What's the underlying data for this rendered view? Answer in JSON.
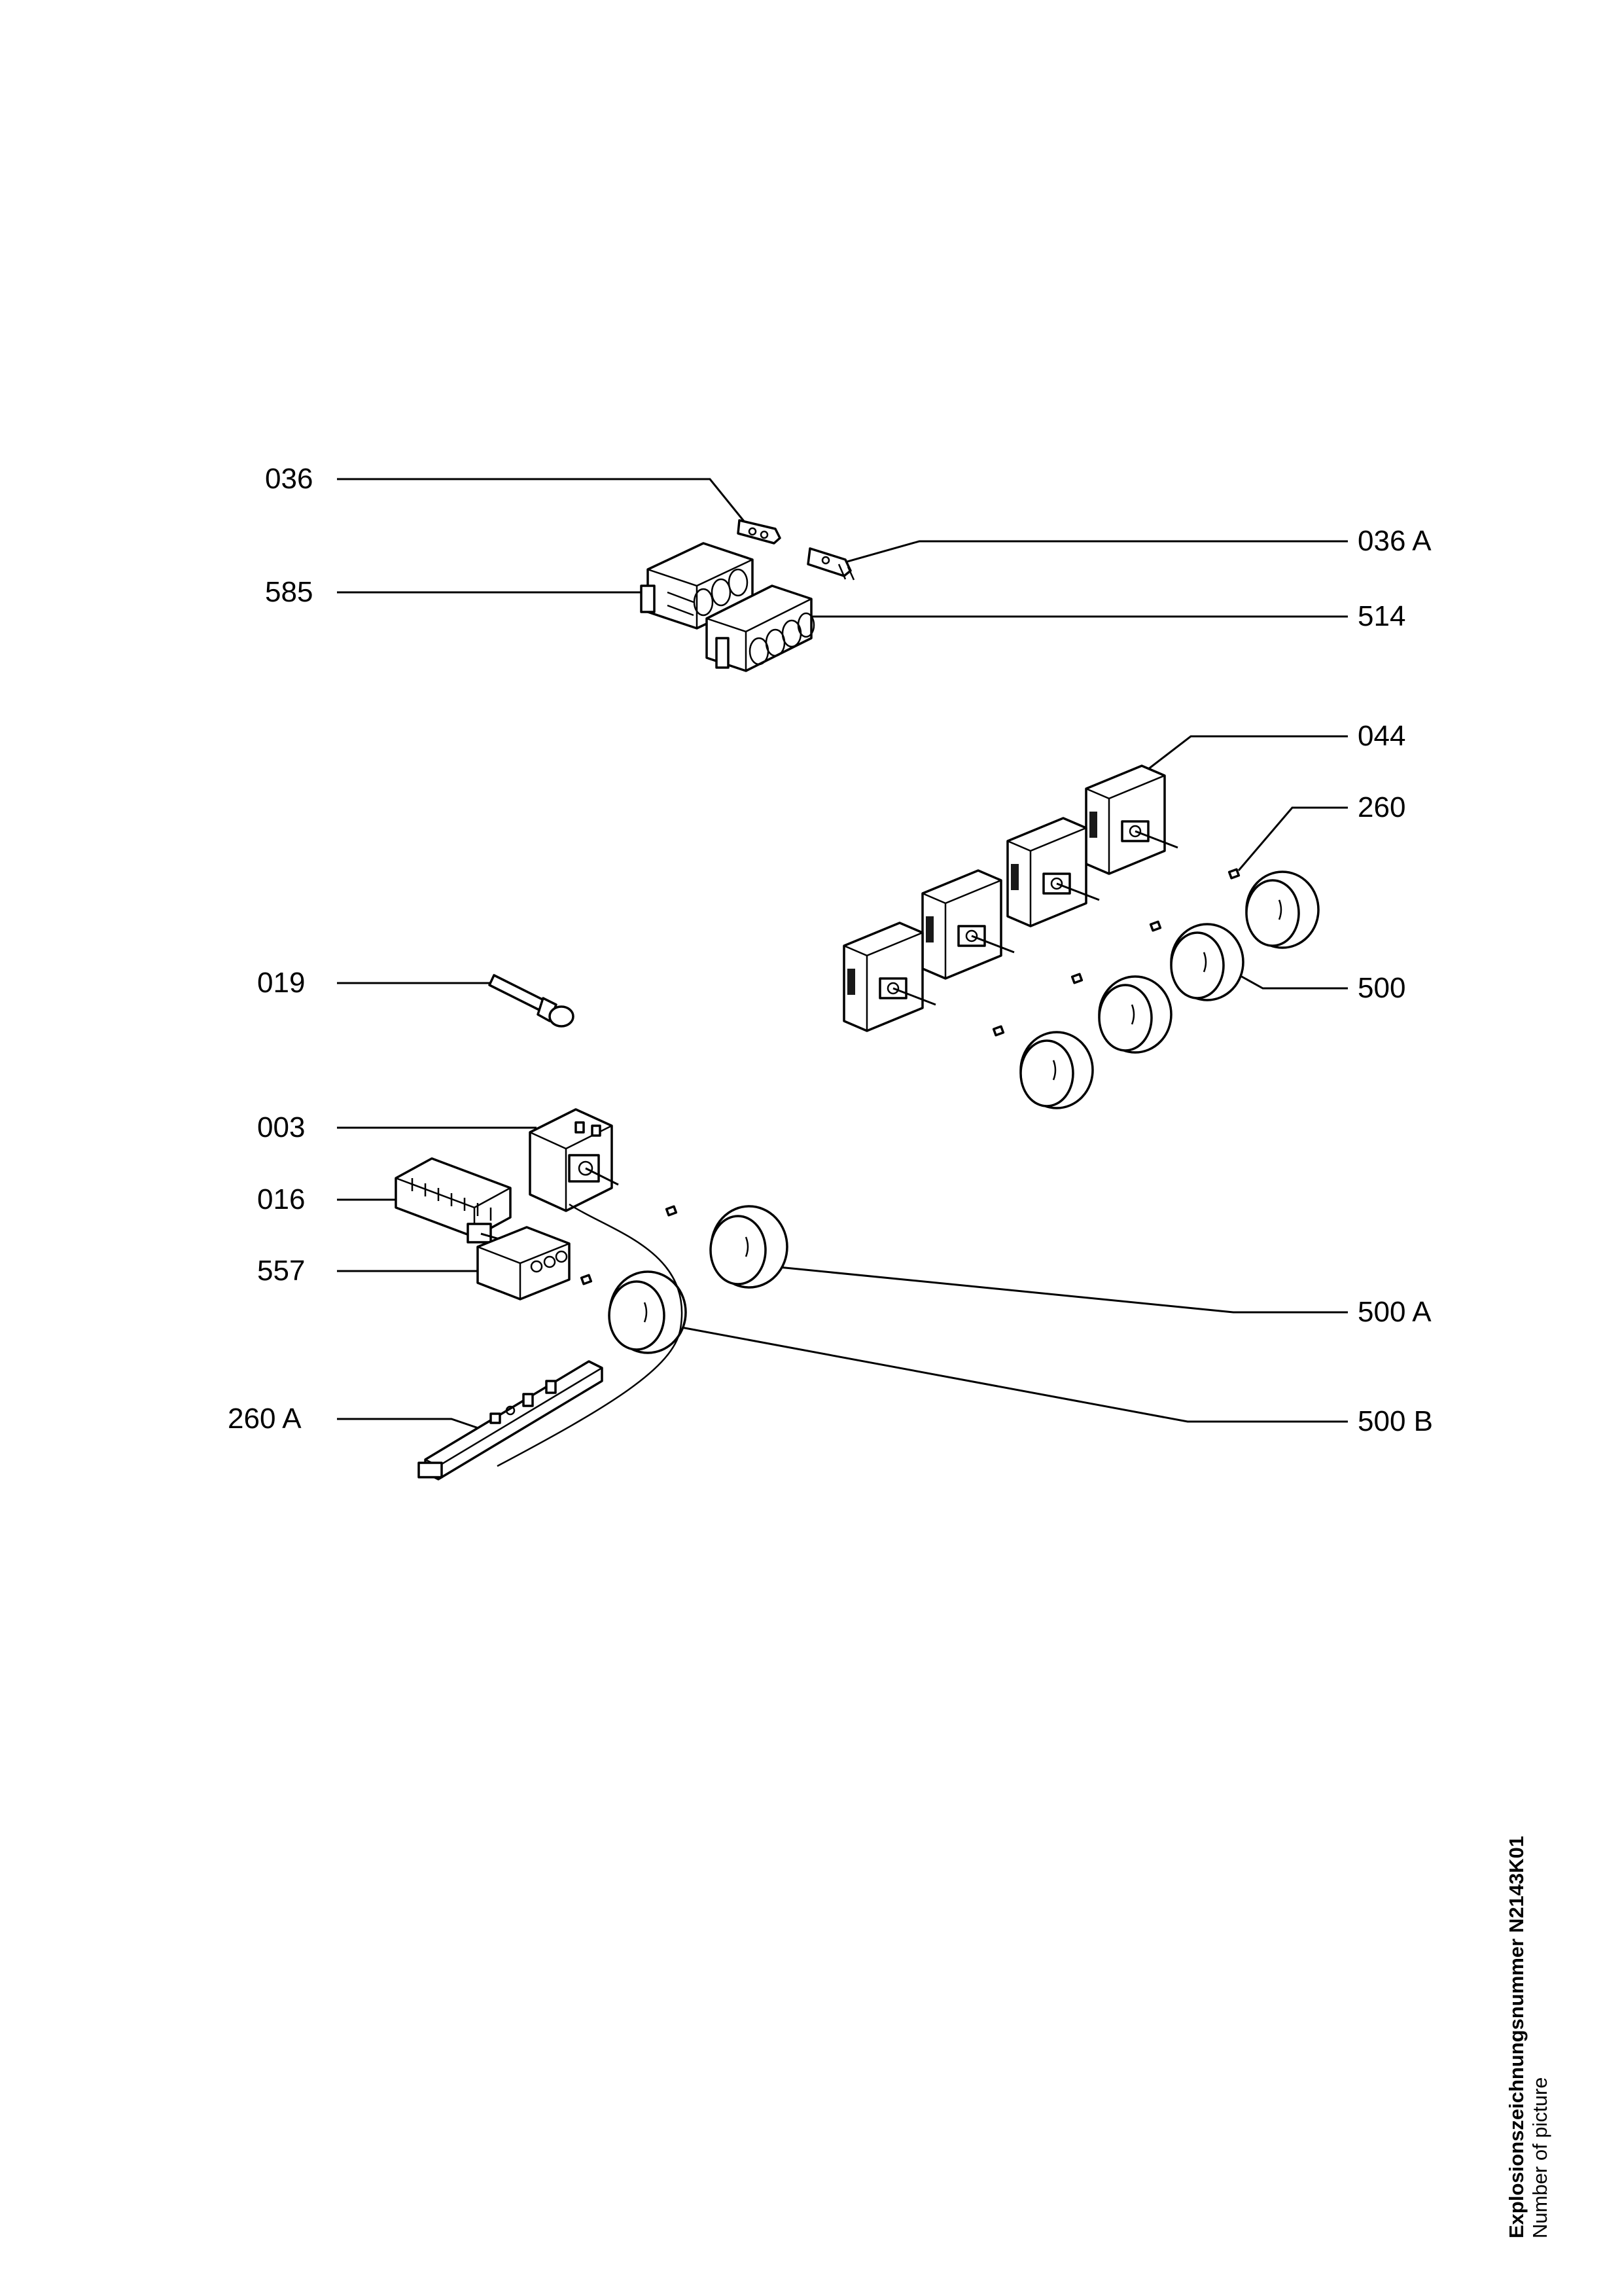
{
  "callouts": [
    {
      "id": "036",
      "label": "036"
    },
    {
      "id": "036a",
      "label": "036 A"
    },
    {
      "id": "585",
      "label": "585"
    },
    {
      "id": "514",
      "label": "514"
    },
    {
      "id": "044",
      "label": "044"
    },
    {
      "id": "260",
      "label": "260"
    },
    {
      "id": "019",
      "label": "019"
    },
    {
      "id": "500",
      "label": "500"
    },
    {
      "id": "003",
      "label": "003"
    },
    {
      "id": "016",
      "label": "016"
    },
    {
      "id": "557",
      "label": "557"
    },
    {
      "id": "500a",
      "label": "500 A"
    },
    {
      "id": "260a",
      "label": "260 A"
    },
    {
      "id": "500b",
      "label": "500 B"
    }
  ],
  "footer": {
    "title": "Explosionszeichnungsnummer N2143K01",
    "subtitle": "Number of picture"
  }
}
